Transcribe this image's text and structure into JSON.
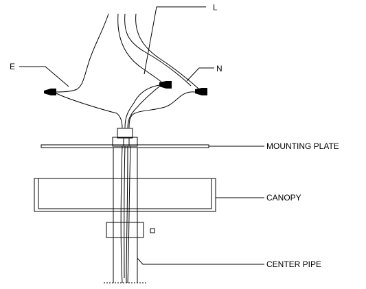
{
  "labels": {
    "earth": "E",
    "live": "L",
    "neutral": "N",
    "mounting_plate": "MOUNTING PLATE",
    "canopy": "CANOPY",
    "center_pipe": "CENTER PIPE"
  }
}
